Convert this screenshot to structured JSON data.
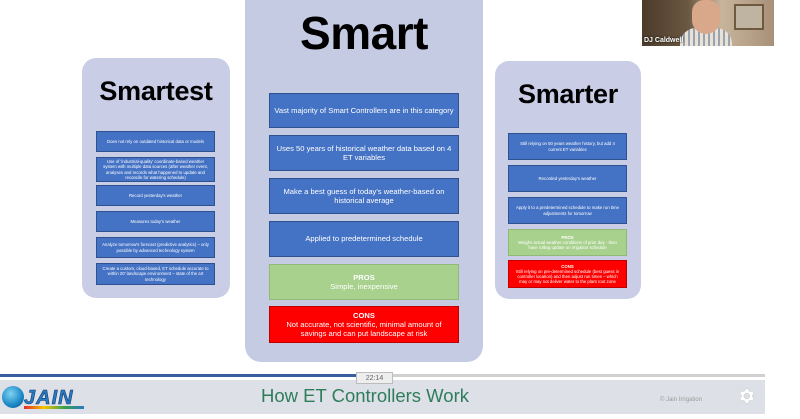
{
  "slide": {
    "left": {
      "title": "Smartest",
      "items": [
        "Does not rely on outdated historical data or models",
        "Use of 'industrial-quality' coordinate-based weather system with multiple data sources (after weather event, analyses and records what happened to update and reconcile for watering schedule)",
        "Record yesterday's weather",
        "Measures today's weather",
        "Analyze tomorrow's forecast (predictive analytics) – only possible by advanced technology system",
        "Create a custom, cloud-based, ET schedule accurate to within 20' landscape environment – state of the art technology"
      ]
    },
    "center": {
      "title": "Smart",
      "items": [
        "Vast majority of Smart Controllers are in this category",
        "Uses 50 years of historical weather data based on 4 ET variables",
        "Make a best guess of today's weather-based on historical average",
        "Applied to predetermined schedule"
      ],
      "pros": {
        "heading": "PROS",
        "text": "Simple, inexpensive"
      },
      "cons": {
        "heading": "CONS",
        "text": "Not accurate, not scientific, minimal amount of savings and can put landscape at risk"
      }
    },
    "right": {
      "title": "Smarter",
      "items": [
        "Still relying on 50 years weather history, but add 4 current ET variables",
        "Recorded yesterday's weather",
        "Apply it to a predetermined schedule to make run time adjustments for tomorrow"
      ],
      "pros": {
        "heading": "PROS",
        "text": "Weighs actual weather conditions of prior day - then have rolling update on irrigation schedule"
      },
      "cons": {
        "heading": "CONS",
        "text": "Still relying on pre-determined schedule (best guess in controller location) and then adjust run times – which may or may not deliver water to the plant root zone"
      }
    }
  },
  "webcam": {
    "name": "DJ Caldwell"
  },
  "player": {
    "time": "22:14",
    "progress": 0.494,
    "title": "How ET Controllers Work",
    "copyright": "© Jain Irrigation",
    "logo_text": "JAIN"
  },
  "colors": {
    "box_blue": "#4472c4",
    "pros_green": "#a9d18e",
    "cons_red": "#fe0000",
    "card_bg": "#c9cde6",
    "footer_title": "#2e7d5b"
  }
}
